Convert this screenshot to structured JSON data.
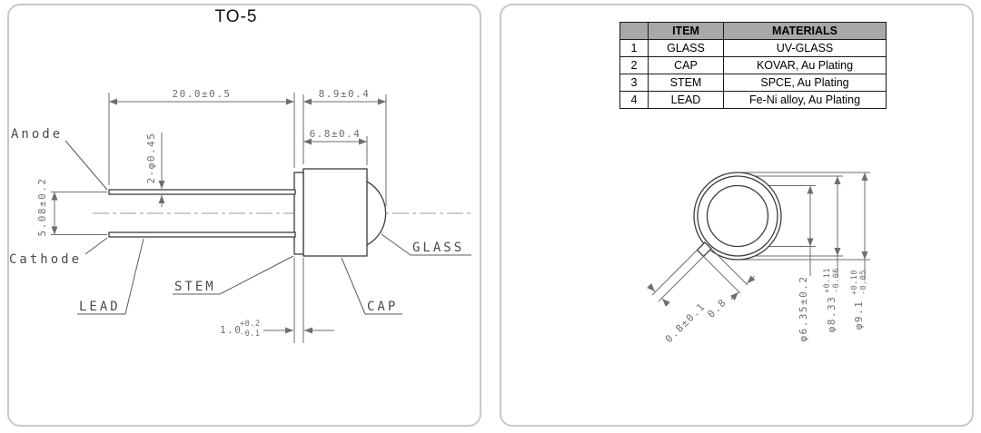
{
  "title": "TO-5",
  "left": {
    "labels": {
      "anode": "Anode",
      "cathode": "Cathode",
      "lead": "LEAD",
      "stem": "STEM",
      "cap": "CAP",
      "glass": "GLASS"
    },
    "dims": {
      "lead_length": "20.0±0.5",
      "total_length": "8.9±0.4",
      "cap_length": "6.8±0.4",
      "lead_diameter": "2-φ0.45",
      "lead_pitch": "5.08±0.2",
      "stem_thickness": "1.0",
      "stem_tol_plus": "+0.2",
      "stem_tol_minus": "-0.1"
    }
  },
  "right": {
    "table": {
      "col_item": "ITEM",
      "col_materials": "MATERIALS",
      "rows": [
        {
          "no": "1",
          "item": "GLASS",
          "material": "UV-GLASS"
        },
        {
          "no": "2",
          "item": "CAP",
          "material": "KOVAR, Au Plating"
        },
        {
          "no": "3",
          "item": "STEM",
          "material": "SPCE, Au Plating"
        },
        {
          "no": "4",
          "item": "LEAD",
          "material": "Fe-Ni alloy, Au Plating"
        }
      ]
    },
    "dims": {
      "tab_width": "0.8±0.1",
      "tab_length": "0.8",
      "dia_glass": "φ6.35±0.2",
      "dia_cap": "φ8.33",
      "dia_cap_tol_plus": "+0.11",
      "dia_cap_tol_minus": "-0.06",
      "dia_flange": "φ9.1",
      "dia_flange_tol_plus": "+0.10",
      "dia_flange_tol_minus": "-0.05"
    }
  },
  "colors": {
    "outline": "#3c3c3c",
    "dimension": "#6e6e6e",
    "table_header_bg": "#a8a8a8",
    "panel_border": "#c9c9c9"
  }
}
